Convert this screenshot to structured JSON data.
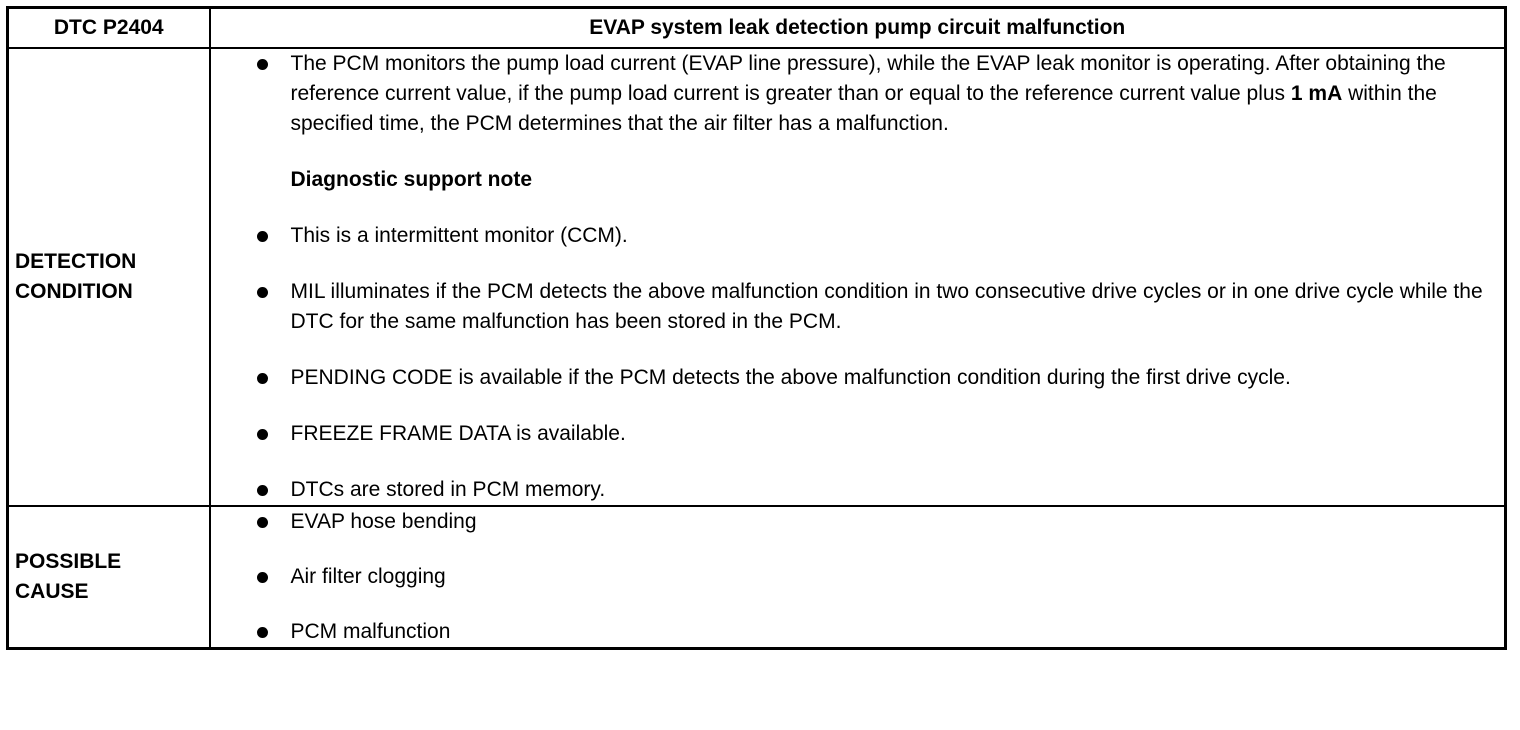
{
  "header": {
    "code": "DTC P2404",
    "title": "EVAP system leak detection pump circuit malfunction"
  },
  "detection": {
    "label_line1": "DETECTION",
    "label_line2": "CONDITION",
    "item1": {
      "before": "The PCM monitors the pump load current (EVAP line pressure), while the EVAP leak monitor is operating. After obtaining the reference current value, if the pump load current is greater than or equal to the reference current value plus ",
      "bold": "1 mA",
      "after": " within the specified time, the PCM determines that the air filter has a malfunction."
    },
    "note_heading": "Diagnostic support note",
    "notes": [
      "This is a intermittent monitor (CCM).",
      "MIL illuminates if the PCM detects the above malfunction condition in two consecutive drive cycles or in one drive cycle while the DTC for the same malfunction has been stored in the PCM.",
      "PENDING CODE is available if the PCM detects the above malfunction condition during the first drive cycle.",
      "FREEZE FRAME DATA is available.",
      "DTCs are stored in PCM memory."
    ]
  },
  "cause": {
    "label_line1": "POSSIBLE",
    "label_line2": "CAUSE",
    "items": [
      "EVAP hose bending",
      "Air filter clogging",
      "PCM malfunction"
    ]
  }
}
